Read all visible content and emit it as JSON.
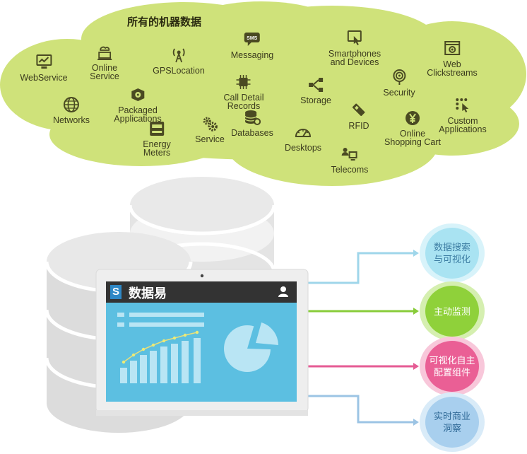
{
  "cloud": {
    "title": "所有的机器数据",
    "sources": [
      {
        "id": "webservice",
        "label": "WebService",
        "icon": "monitor-chart-icon"
      },
      {
        "id": "online-service",
        "label": "Online\nService",
        "icon": "cloud-computer-icon"
      },
      {
        "id": "gpslocation",
        "label": "GPSLocation",
        "icon": "antenna-icon"
      },
      {
        "id": "messaging",
        "label": "Messaging",
        "icon": "sms-bubble-icon"
      },
      {
        "id": "smartphones",
        "label": "Smartphones\nand Devices",
        "icon": "smartphone-touch-icon"
      },
      {
        "id": "web-clickstreams",
        "label": "Web\nClickstreams",
        "icon": "browser-click-icon"
      },
      {
        "id": "packaged-apps",
        "label": "Packaged\nApplications",
        "icon": "box-disc-icon"
      },
      {
        "id": "call-detail",
        "label": "Call Detail\nRecords",
        "icon": "chip-icon"
      },
      {
        "id": "networks",
        "label": "Networks",
        "icon": "globe-icon"
      },
      {
        "id": "storage",
        "label": "Storage",
        "icon": "share-nodes-icon"
      },
      {
        "id": "security",
        "label": "Security",
        "icon": "fingerprint-icon"
      },
      {
        "id": "custom-apps",
        "label": "Custom\nApplications",
        "icon": "touch-grid-icon"
      },
      {
        "id": "rfid",
        "label": "RFID",
        "icon": "rfid-tag-icon"
      },
      {
        "id": "service",
        "label": "Service",
        "icon": "gears-icon"
      },
      {
        "id": "databases",
        "label": "Databases",
        "icon": "database-gear-icon"
      },
      {
        "id": "energy-meters",
        "label": "Energy\nMeters",
        "icon": "meter-icon"
      },
      {
        "id": "desktops",
        "label": "Desktops",
        "icon": "gauge-icon"
      },
      {
        "id": "online-shopping",
        "label": "Online\nShopping Cart",
        "icon": "yen-coin-icon"
      },
      {
        "id": "telecoms",
        "label": "Telecoms",
        "icon": "telecom-icon"
      }
    ]
  },
  "app": {
    "logo_letter": "S",
    "name": "数据易"
  },
  "outputs": [
    {
      "label": "数据搜索\n与可视化",
      "fill": "#a9e3f2",
      "ring": "#d8f3fa",
      "text": "#3d7da3",
      "line": "#9fd6ea"
    },
    {
      "label": "主动监测",
      "fill": "#8fd13a",
      "ring": "#d5efb0",
      "text": "#ffffff",
      "line": "#88cc3a"
    },
    {
      "label": "可视化自主\n配置组件",
      "fill": "#ea5f95",
      "ring": "#f8c7da",
      "text": "#ffffff",
      "line": "#e55b94"
    },
    {
      "label": "实时商业\n洞察",
      "fill": "#a8cfee",
      "ring": "#d9ebf8",
      "text": "#2f6996",
      "line": "#9cc4e4"
    }
  ],
  "colors": {
    "cloud": "#cfe27a",
    "screen": "#5cbfe1",
    "screen_light": "#b9e5f4",
    "app_header": "#333333",
    "cylinder": "#e6e6e6"
  }
}
